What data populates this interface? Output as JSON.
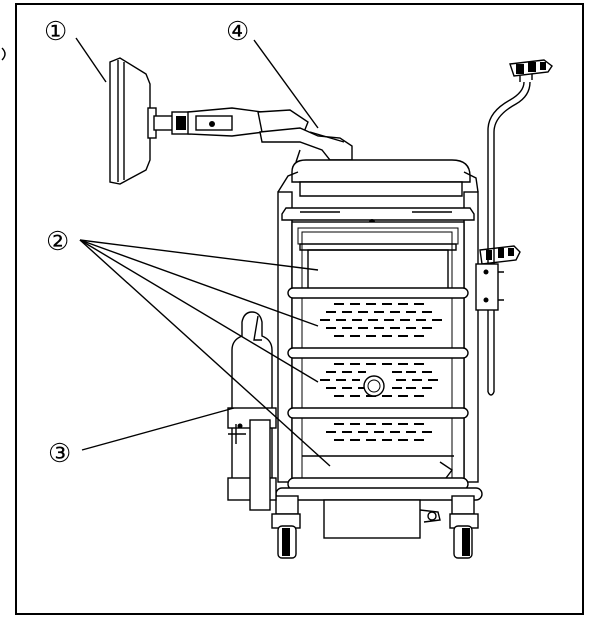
{
  "callouts": {
    "one": "①",
    "two": "②",
    "three": "③",
    "four": "④"
  },
  "colors": {
    "ink": "#000000",
    "paper": "#ffffff"
  }
}
